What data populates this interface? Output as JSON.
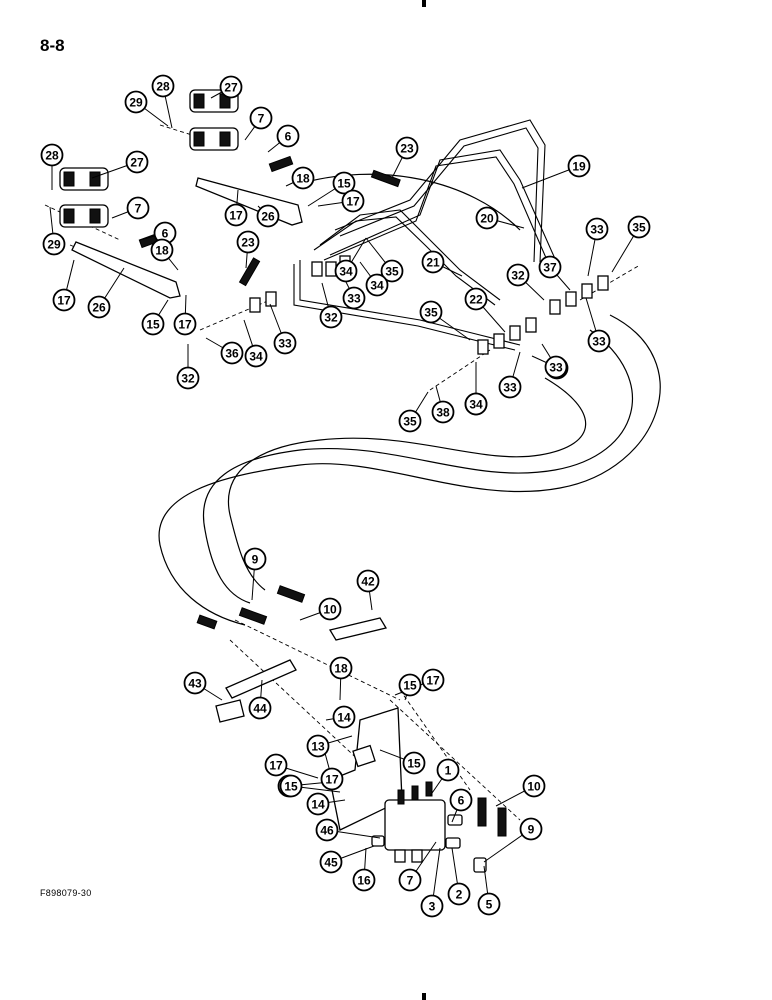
{
  "page": {
    "number": "8-8",
    "figure_code": "F898079-30"
  },
  "callouts": [
    "28",
    "27",
    "29",
    "7",
    "6",
    "23",
    "19",
    "28",
    "27",
    "29",
    "7",
    "6",
    "18",
    "15",
    "17",
    "20",
    "17",
    "26",
    "33",
    "35",
    "18",
    "23",
    "21",
    "37",
    "32",
    "17",
    "26",
    "15",
    "17",
    "33",
    "34",
    "35",
    "32",
    "33",
    "34",
    "35",
    "22",
    "37",
    "33",
    "36",
    "34",
    "33",
    "32",
    "33",
    "38",
    "34",
    "33",
    "35",
    "9",
    "42",
    "10",
    "18",
    "15",
    "17",
    "43",
    "44",
    "14",
    "13",
    "15",
    "17",
    "17",
    "15",
    "15",
    "1",
    "14",
    "6",
    "10",
    "46",
    "9",
    "45",
    "7",
    "16",
    "3",
    "2",
    "5"
  ]
}
